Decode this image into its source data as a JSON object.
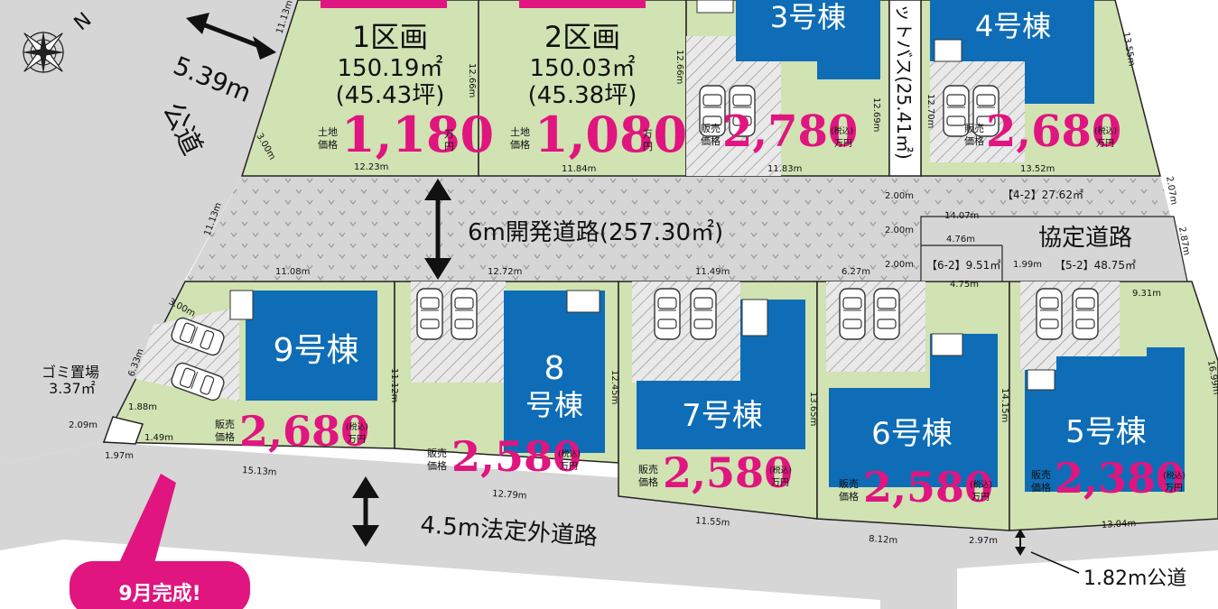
{
  "compass": {
    "north_label": "N"
  },
  "roads": {
    "public_road_west": {
      "width_label": "5.39m",
      "name_label": "公道"
    },
    "development_road": {
      "label": "6m開発道路(257.30㎡)"
    },
    "south_road": {
      "label": "4.5m法定外道路"
    },
    "agreement_road": {
      "label": "協定道路"
    },
    "bus_route": {
      "label": "ットバス(25.41㎡)"
    },
    "public_road_east": {
      "label": "1.82m公道"
    }
  },
  "garbage": {
    "label": "ゴミ置場",
    "area": "3.37㎡"
  },
  "badge": {
    "label": "9月完成!"
  },
  "common_labels": {
    "land_price": "土地\n価格",
    "sale_price": "販売\n価格",
    "man_yen": "万\n円",
    "tax_incl": "(税込)",
    "man_yen_h": "万円"
  },
  "lots": [
    {
      "id": "lot-1",
      "name": "1区画",
      "area_sqm": "150.19㎡",
      "area_tsubo": "(45.43坪)",
      "price": "1,180"
    },
    {
      "id": "lot-2",
      "name": "2区画",
      "area_sqm": "150.03㎡",
      "area_tsubo": "(45.38坪)",
      "price": "1,080"
    }
  ],
  "houses": [
    {
      "id": "house-3",
      "name": "3号棟",
      "price": "2,780"
    },
    {
      "id": "house-4",
      "name": "4号棟",
      "price": "2,680"
    },
    {
      "id": "house-5",
      "name": "5号棟",
      "price": "2,380"
    },
    {
      "id": "house-6",
      "name": "6号棟",
      "price": "2,580"
    },
    {
      "id": "house-7",
      "name": "7号棟",
      "price": "2,580"
    },
    {
      "id": "house-8",
      "name": "8\n号棟",
      "price": "2,580"
    },
    {
      "id": "house-9",
      "name": "9号棟",
      "price": "2,680"
    }
  ],
  "sub_areas": [
    {
      "id": "4-2",
      "label": "【4-2】27.62㎡"
    },
    {
      "id": "6-2",
      "label": "【6-2】9.51㎡"
    },
    {
      "id": "5-2",
      "label": "【5-2】48.75㎡"
    }
  ],
  "dimensions": [
    "11.13m",
    "12.66m",
    "12.66m",
    "12.69m",
    "12.70m",
    "13.55m",
    "3.00m",
    "12.23m",
    "11.84m",
    "11.83m",
    "13.52m",
    "2.00m",
    "2.07m",
    "14.07m",
    "2.00m",
    "4.76m",
    "2.87m",
    "11.13m",
    "11.08m",
    "12.72m",
    "11.49m",
    "6.27m",
    "2.00m",
    "1.99m",
    "4.75m",
    "3.00m",
    "9.31m",
    "6.33m",
    "11.12m",
    "12.45m",
    "13.65m",
    "14.15m",
    "16.99m",
    "1.88m",
    "2.09m",
    "1.49m",
    "1.97m",
    "15.13m",
    "12.79m",
    "11.55m",
    "8.12m",
    "2.97m",
    "13.04m"
  ]
}
